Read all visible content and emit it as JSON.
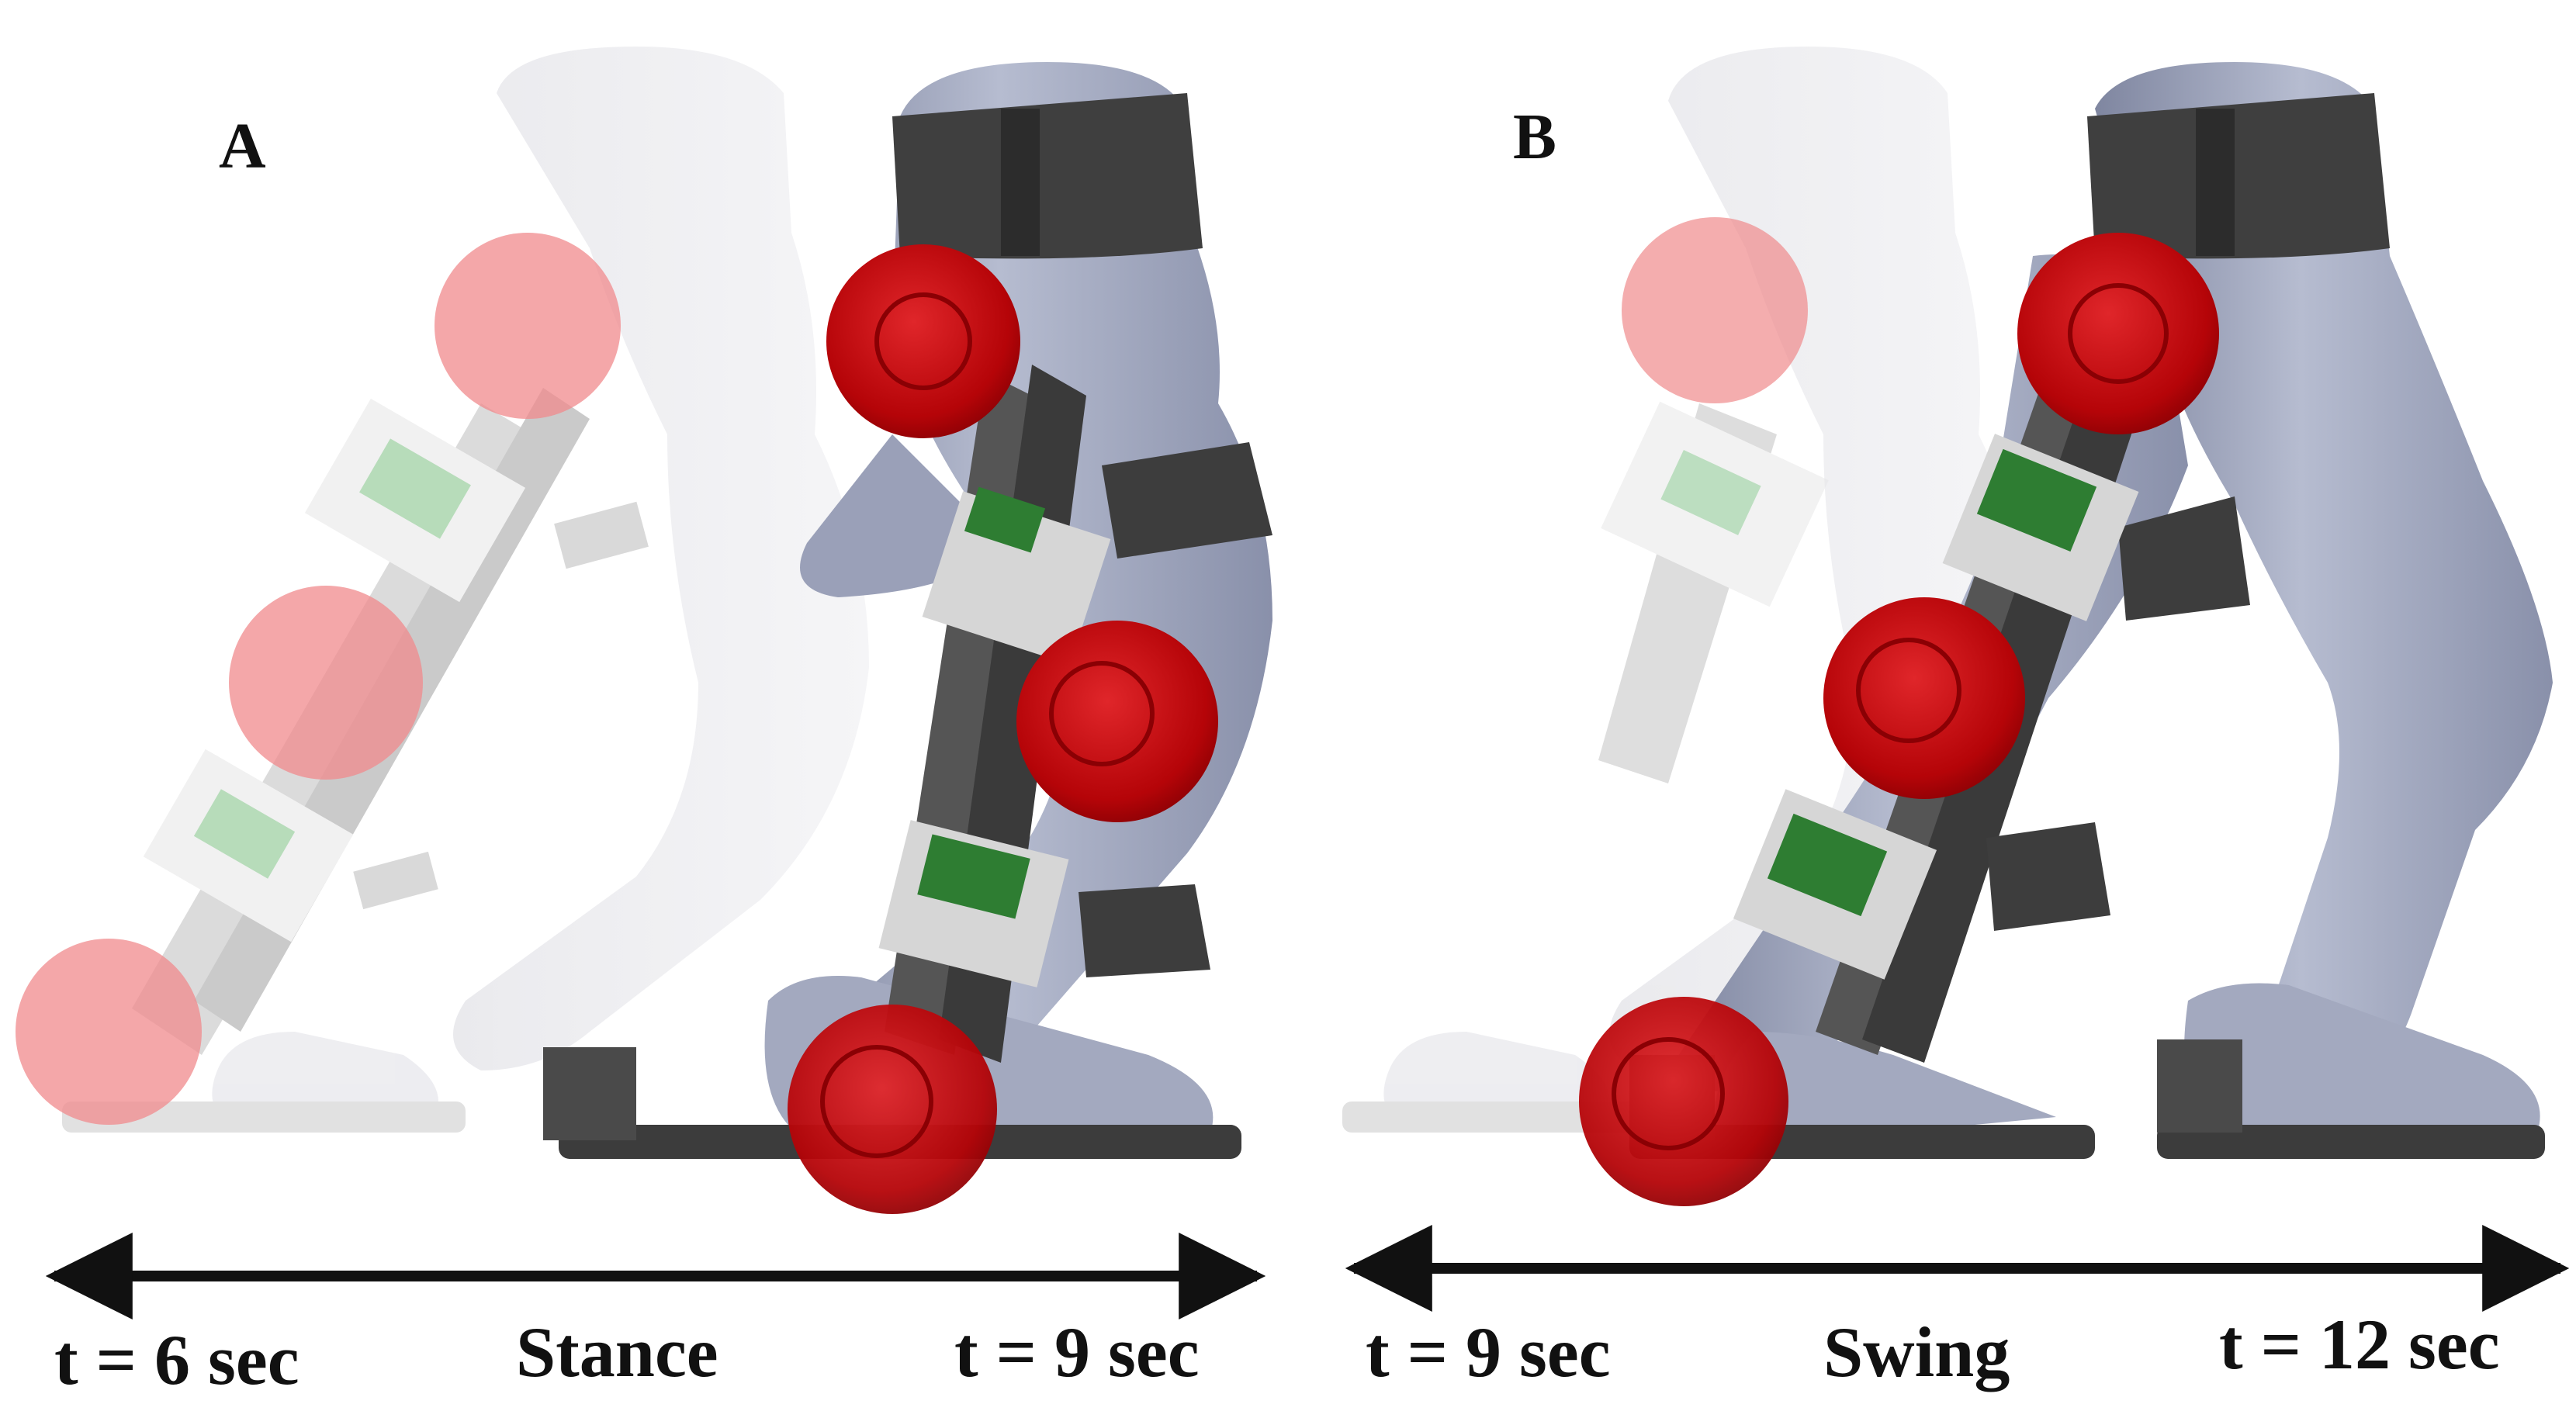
{
  "panels": [
    {
      "letter": "A",
      "phase": "Stance",
      "t_start": "t = 6 sec",
      "t_end": "t = 9 sec"
    },
    {
      "letter": "B",
      "phase": "Swing",
      "t_start": "t = 9 sec",
      "t_end": "t = 12 sec"
    }
  ],
  "colors": {
    "leg_body": "#a9afc4",
    "leg_body_dark": "#7d849d",
    "leg_ghost": "#e6e7ec",
    "actuator_red": "#c8070c",
    "actuator_ghost": "#f08a8c",
    "frame_grey": "#4b4b4b",
    "housing_light": "#d9d9d9",
    "board_green": "#2e7d32",
    "text": "#111111"
  }
}
